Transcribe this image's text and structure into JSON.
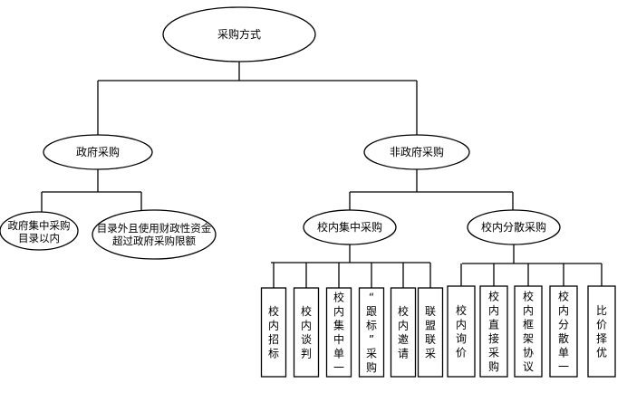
{
  "diagram": {
    "root": "采购方式",
    "gov": {
      "label": "政府采购",
      "children": [
        "政府集中采购|目录以内",
        "目录外且使用财政性资金|超过政府采购限额"
      ]
    },
    "nongov": {
      "label": "非政府采购",
      "central": {
        "label": "校内集中采购",
        "leaves": [
          "校内招标",
          "校内谈判",
          "校内集中单一",
          "“跟标”采购",
          "校内邀请",
          "联盟联采"
        ]
      },
      "dispersed": {
        "label": "校内分散采购",
        "leaves": [
          "校内询价",
          "校内直接采购",
          "校内框架协议",
          "校内分散单一",
          "比价择优"
        ]
      }
    }
  }
}
